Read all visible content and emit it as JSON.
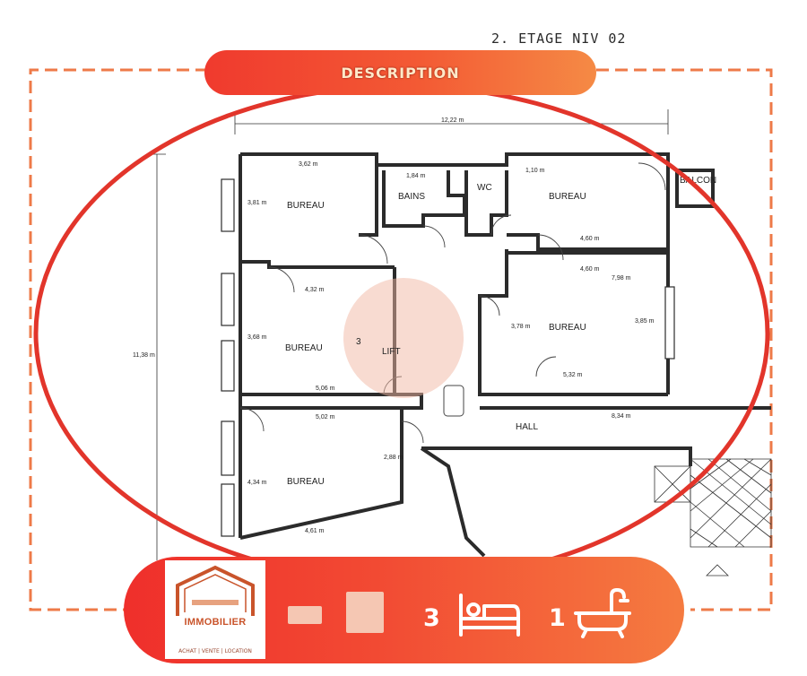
{
  "sheet_title": "2. ETAGE NIV 02",
  "banner": {
    "text": "DESCRIPTION"
  },
  "rooms": {
    "bureau": "BUREAU",
    "bains": "BAINS",
    "wc": "WC",
    "balcon": "BALCON",
    "hall": "HALL",
    "lift": "LIFT",
    "lift_number": "3"
  },
  "dimensions": {
    "total_width": "12,22 m",
    "total_height": "11,38 m",
    "bureau_1_width": "3,62 m",
    "bureau_1_height": "3,81 m",
    "bains_width": "1,84 m",
    "wc_width": "1,10 m",
    "bureau_2_width": "4,60 m",
    "bureau_3_width": "4,60 m",
    "bureau_3_side": "7,98 m",
    "bureau_3_height_left": "3,78 m",
    "bureau_3_height_right": "3,85 m",
    "bureau_3_bottom": "5,32 m",
    "bureau_4_top": "4,32 m",
    "bureau_4_height": "3,68 m",
    "bureau_4_bottom": "5,06 m",
    "bureau_5_top": "5,02 m",
    "bureau_5_height": "4,34 m",
    "bureau_5_bottom": "4,61 m",
    "corridor": "2,88 m",
    "hall_length": "8,34 m"
  },
  "logo": {
    "name": "IMMOBILIER",
    "tagline": "ACHAT | VENTE | LOCATION",
    "brand_color": "#c9542b"
  },
  "stats": {
    "bedrooms": {
      "value": "3",
      "icon": "bed-icon"
    },
    "bathrooms": {
      "value": "1",
      "icon": "bathtub-icon"
    }
  },
  "colors": {
    "accent_red": "#e2352b",
    "dash_orange": "#ee7a48",
    "banner_start": "#f03a2e",
    "banner_end": "#f58a45"
  }
}
